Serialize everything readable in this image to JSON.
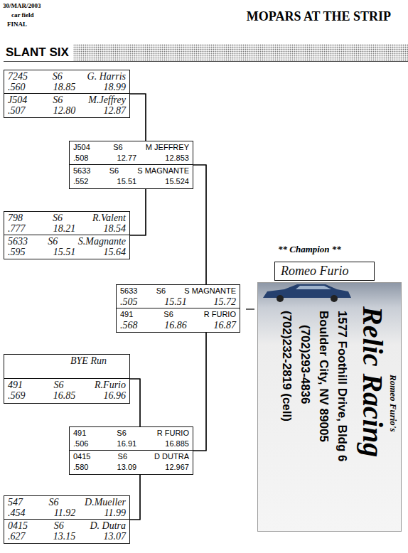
{
  "diagram": {
    "title": "MOPARS AT THE STRIP",
    "nodes": [
      {
        "text": [
          "SLANT SIX"
        ]
      },
      {
        "text": [
          "7245",
          "S6",
          "G. Harris",
          ".560",
          "18.85",
          "18.99"
        ]
      },
      {
        "text": [
          "J504",
          "S6",
          "M.Jeffrey",
          ".507",
          "12.80",
          "12.87"
        ]
      },
      {
        "text": [
          "J504",
          "S6",
          "M JEFFREY",
          ".508",
          "12.77",
          "12.853"
        ]
      },
      {
        "text": [
          "5633",
          "S6",
          "S MAGNANTE",
          ".552",
          "15.51",
          "15.524"
        ]
      },
      {
        "text": [
          "798",
          "S6",
          "R.Valent",
          ".777",
          "18.21",
          "18.54"
        ]
      },
      {
        "text": [
          "5633",
          "S6",
          "S.Magnante",
          ".595",
          "15.51",
          "15.64"
        ]
      },
      {
        "text": [
          "** Champion **",
          "Romeo Furio"
        ]
      },
      {
        "text": [
          "5633",
          "S6",
          "S MAGNANTE",
          ".505",
          "15.51",
          "15.72"
        ]
      },
      {
        "text": [
          "491",
          "S6",
          "R FURIO",
          ".568",
          "16.86",
          "16.87"
        ]
      },
      {
        "text": [
          "BYE Run"
        ]
      },
      {
        "text": [
          "491",
          "S6",
          "R.Furio",
          ".569",
          "16.85",
          "16.96"
        ]
      },
      {
        "text": [
          "491",
          "S6",
          "R FURIO",
          ".506",
          "16.91",
          "16.885"
        ]
      },
      {
        "text": [
          "0415",
          "S6",
          "D DUTRA",
          ".580",
          "13.09",
          "12.967"
        ]
      },
      {
        "text": [
          "547",
          "S6",
          "D.Mueller",
          ".454",
          "11.92",
          "11.99"
        ]
      },
      {
        "text": [
          "0415",
          "S6",
          "D. Dutra",
          ".627",
          "13.15",
          "13.07"
        ]
      }
    ],
    "edges": [
      {
        "from": 1,
        "to": 3,
        "arrow": "none"
      },
      {
        "from": 2,
        "to": 3,
        "arrow": "none"
      },
      {
        "from": 5,
        "to": 4,
        "arrow": "none"
      },
      {
        "from": 6,
        "to": 4,
        "arrow": "none"
      },
      {
        "from": 3,
        "to": 8,
        "arrow": "none"
      },
      {
        "from": 4,
        "to": 8,
        "arrow": "none"
      },
      {
        "from": 10,
        "to": 12,
        "arrow": "none"
      },
      {
        "from": 11,
        "to": 12,
        "arrow": "none"
      },
      {
        "from": 14,
        "to": 13,
        "arrow": "none"
      },
      {
        "from": 15,
        "to": 13,
        "arrow": "none"
      },
      {
        "from": 12,
        "to": 9,
        "arrow": "none"
      },
      {
        "from": 13,
        "to": 9,
        "arrow": "none"
      }
    ],
    "labels": [
      "30/MAR/2003",
      "car field",
      "FINAL",
      "Romeo Furio's",
      "Relic Racing",
      "1577 Foothill Drive, Bldg 6",
      "Boulder City, NV 89005",
      "(702)293-4836",
      "(702)232-2819 (cell)"
    ]
  }
}
